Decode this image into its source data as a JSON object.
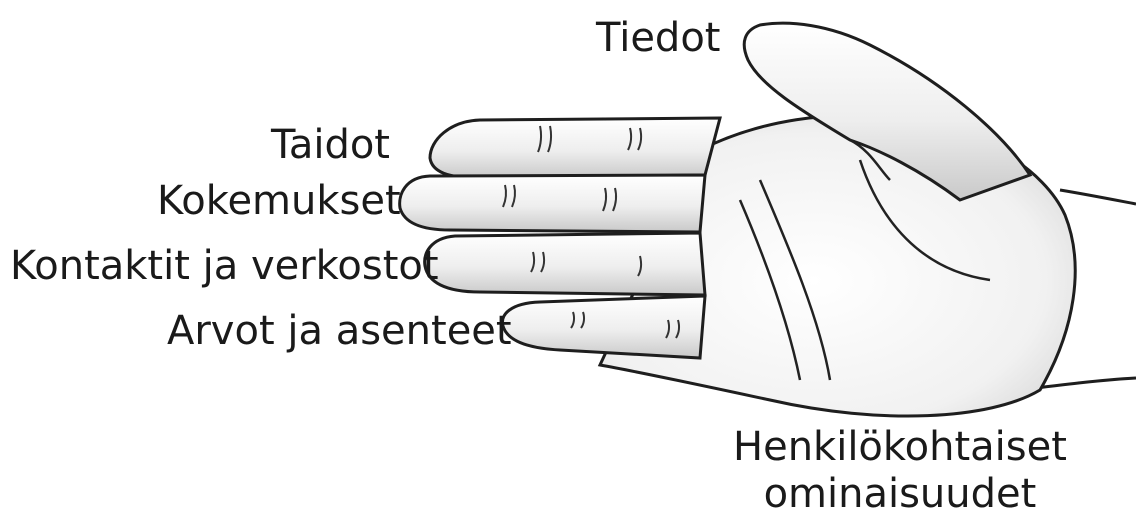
{
  "labels": {
    "tiedot": "Tiedot",
    "taidot": "Taidot",
    "kokemukset": "Kokemukset",
    "kontaktit": "Kontaktit ja verkostot",
    "arvot": "Arvot ja asenteet",
    "henkilokohtaiset_line1": "Henkilökohtaiset",
    "henkilokohtaiset_line2": "ominaisuudet"
  },
  "colors": {
    "outline": "#1e1e1e",
    "shade": "#d9d9d9",
    "skin": "#f7f7f7"
  }
}
